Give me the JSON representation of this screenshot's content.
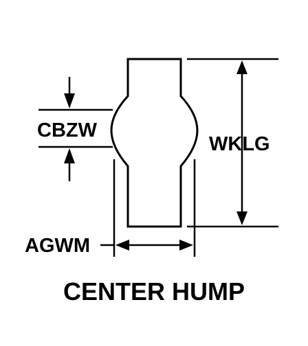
{
  "diagram": {
    "title": "CENTER HUMP",
    "dimensions": {
      "hump_width": "CBZW",
      "overall_length": "WKLG",
      "body_width": "AGWM"
    }
  }
}
